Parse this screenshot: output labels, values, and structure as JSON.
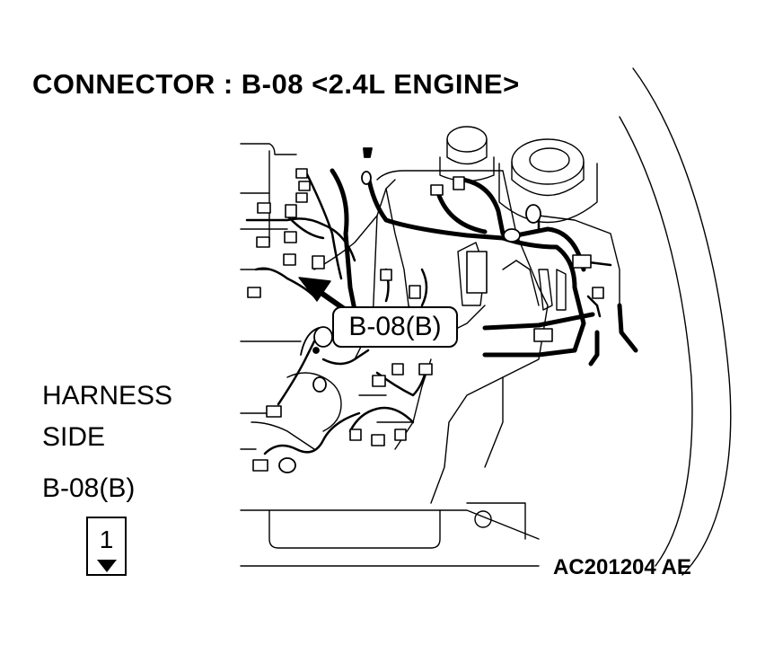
{
  "title": "CONNECTOR : B-08 <2.4L ENGINE>",
  "callout_label": "B-08(B)",
  "legend": {
    "line1": "HARNESS",
    "line2": "SIDE",
    "connector": "B-08(B)",
    "pin": "1"
  },
  "figure_code": "AC201204 AE",
  "colors": {
    "ink": "#000000",
    "background": "#ffffff"
  }
}
